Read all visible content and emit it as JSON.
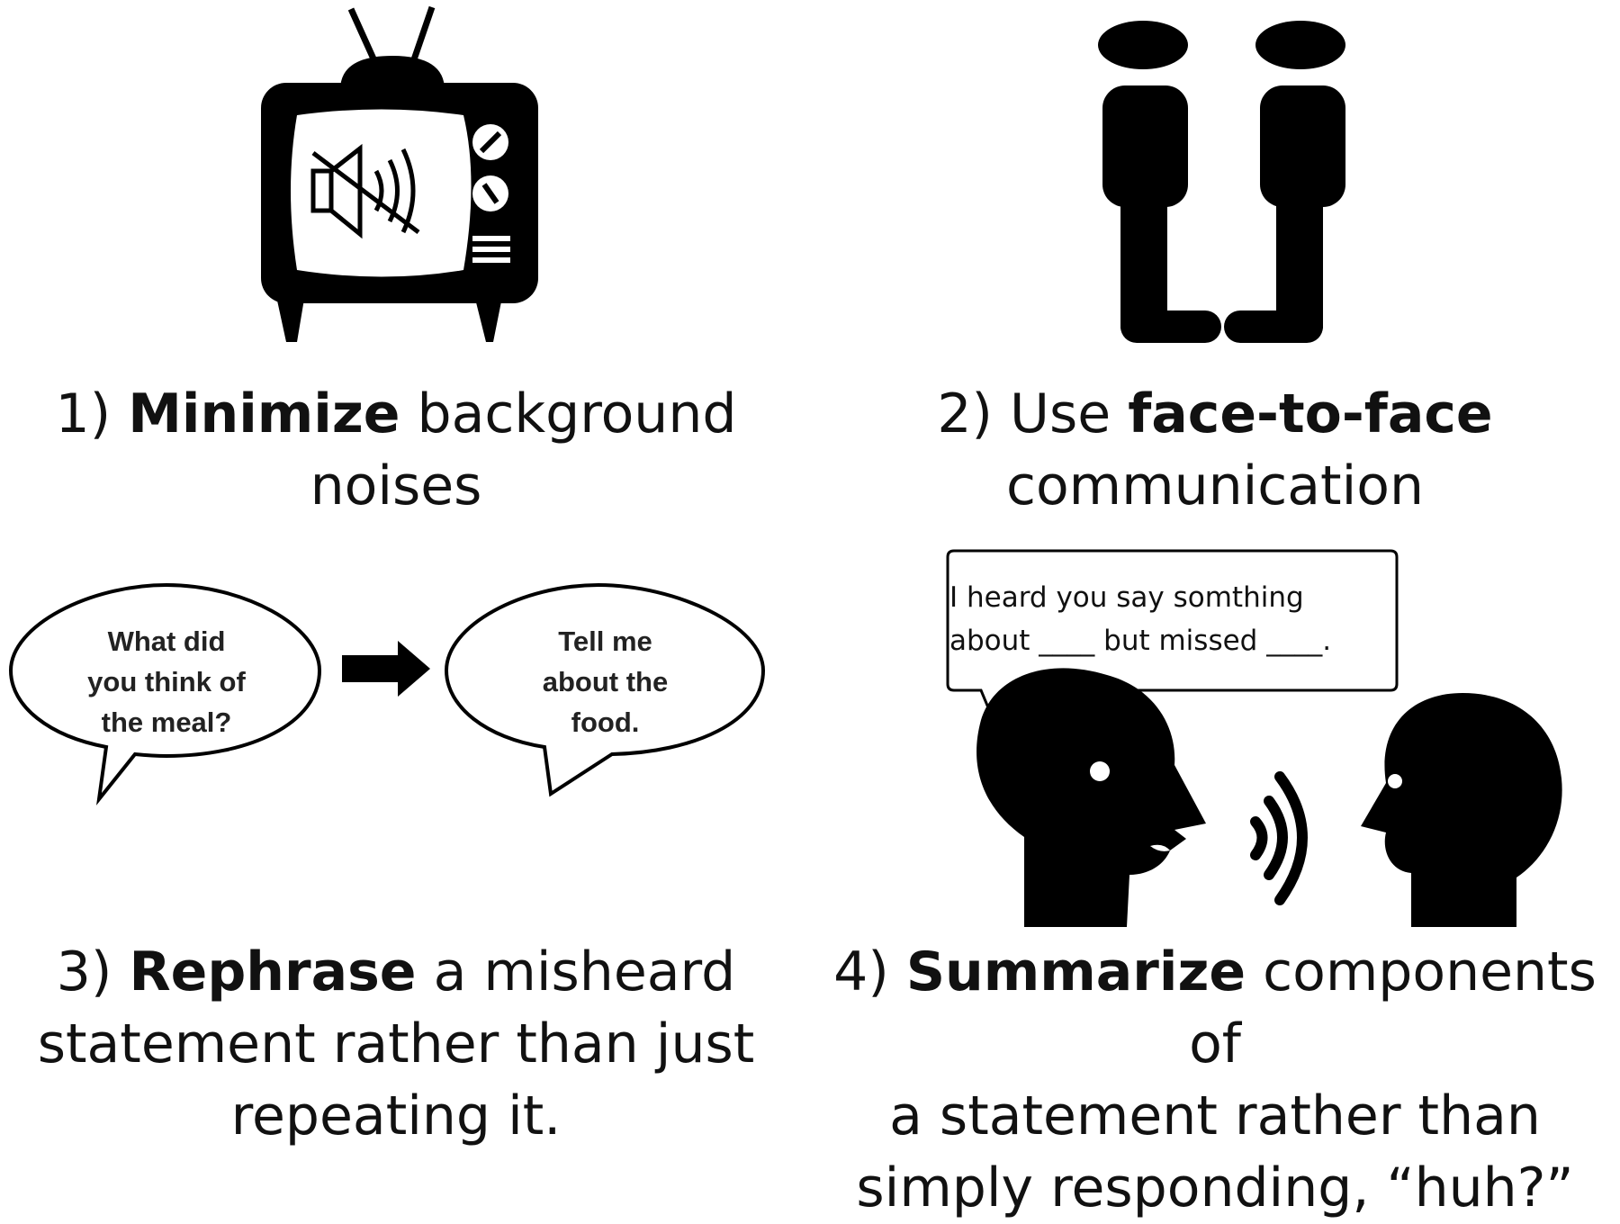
{
  "panels": [
    {
      "number": "1)",
      "bold": "Minimize",
      "rest": " background",
      "line2": "noises",
      "icon": "muted-tv-icon"
    },
    {
      "number": "2) Use ",
      "bold": "face-to-face",
      "rest": "",
      "line2": "communication",
      "icon": "two-people-facing-icon"
    },
    {
      "number": "3)",
      "bold": "Rephrase",
      "rest": " a misheard",
      "line2": "statement rather than just",
      "line3": "repeating it.",
      "icon": "speech-bubbles-arrow-icon",
      "bubble_left": [
        "What did",
        "you think of",
        "the meal?"
      ],
      "bubble_right": [
        "Tell me",
        "about the",
        "food."
      ]
    },
    {
      "number": "4)",
      "bold": "Summarize",
      "rest": " components of",
      "line2": "a statement rather than",
      "line3": "simply responding, “huh?”",
      "icon": "two-heads-talking-icon",
      "speech": [
        "I heard you say somthing",
        "about ____ but missed ____."
      ]
    }
  ]
}
